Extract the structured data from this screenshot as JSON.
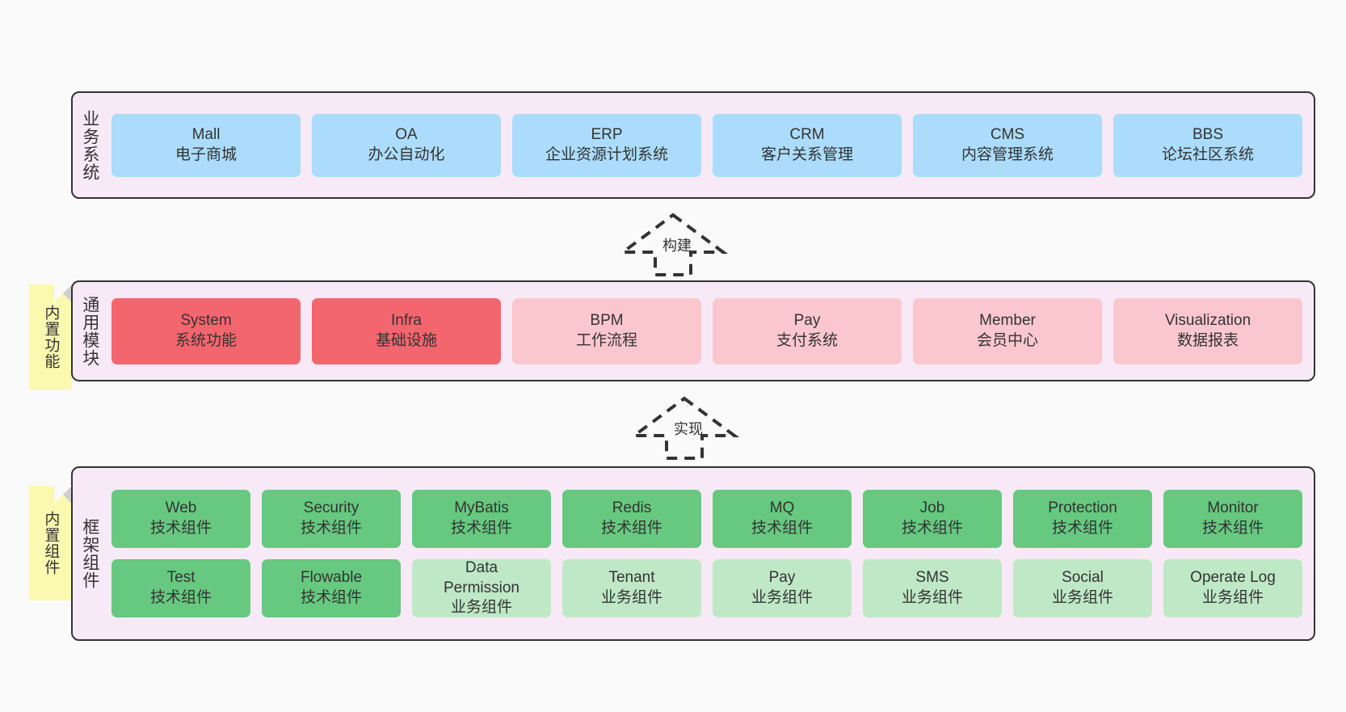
{
  "canvas": {
    "background": "#fafafa",
    "container_fill": "#f7eaf6",
    "border_color": "#333333"
  },
  "layers": [
    {
      "id": "business-system",
      "label": "业务系统",
      "box_color": "#abdcfb",
      "rows": [
        {
          "boxes": [
            {
              "l1": "Mall",
              "l2": "电子商城"
            },
            {
              "l1": "OA",
              "l2": "办公自动化"
            },
            {
              "l1": "ERP",
              "l2": "企业资源计划系统"
            },
            {
              "l1": "CRM",
              "l2": "客户关系管理"
            },
            {
              "l1": "CMS",
              "l2": "内容管理系统"
            },
            {
              "l1": "BBS",
              "l2": "论坛社区系统"
            }
          ]
        }
      ]
    },
    {
      "id": "common-module",
      "label": "通用模块",
      "note": "内置功能",
      "note_color": "#fbf8b0",
      "rows": [
        {
          "boxes": [
            {
              "l1": "System",
              "l2": "系统功能",
              "color": "#f4666e"
            },
            {
              "l1": "Infra",
              "l2": "基础设施",
              "color": "#f4666e"
            },
            {
              "l1": "BPM",
              "l2": "工作流程",
              "color": "#fbc7cf"
            },
            {
              "l1": "Pay",
              "l2": "支付系统",
              "color": "#fbc7cf"
            },
            {
              "l1": "Member",
              "l2": "会员中心",
              "color": "#fbc7cf"
            },
            {
              "l1": "Visualization",
              "l2": "数据报表",
              "color": "#fbc7cf"
            }
          ]
        }
      ]
    },
    {
      "id": "framework-component",
      "label": "框架组件",
      "note": "内置组件",
      "note_color": "#fbf8b0",
      "rows": [
        {
          "boxes": [
            {
              "l1": "Web",
              "l2": "技术组件",
              "color": "#66c97f"
            },
            {
              "l1": "Security",
              "l2": "技术组件",
              "color": "#66c97f"
            },
            {
              "l1": "MyBatis",
              "l2": "技术组件",
              "color": "#66c97f"
            },
            {
              "l1": "Redis",
              "l2": "技术组件",
              "color": "#66c97f"
            },
            {
              "l1": "MQ",
              "l2": "技术组件",
              "color": "#66c97f"
            },
            {
              "l1": "Job",
              "l2": "技术组件",
              "color": "#66c97f"
            },
            {
              "l1": "Protection",
              "l2": "技术组件",
              "color": "#66c97f"
            },
            {
              "l1": "Monitor",
              "l2": "技术组件",
              "color": "#66c97f"
            }
          ]
        },
        {
          "boxes": [
            {
              "l1": "Test",
              "l2": "技术组件",
              "color": "#66c97f"
            },
            {
              "l1": "Flowable",
              "l2": "技术组件",
              "color": "#66c97f"
            },
            {
              "l1": "Data",
              "l2": "Permission",
              "l3": "业务组件",
              "color": "#bfe8c6"
            },
            {
              "l1": "Tenant",
              "l2": "业务组件",
              "color": "#bfe8c6"
            },
            {
              "l1": "Pay",
              "l2": "业务组件",
              "color": "#bfe8c6"
            },
            {
              "l1": "SMS",
              "l2": "业务组件",
              "color": "#bfe8c6"
            },
            {
              "l1": "Social",
              "l2": "业务组件",
              "color": "#bfe8c6"
            },
            {
              "l1": "Operate Log",
              "l2": "业务组件",
              "color": "#bfe8c6"
            }
          ]
        }
      ]
    }
  ],
  "arrows": [
    {
      "id": "build-arrow",
      "label": "构建"
    },
    {
      "id": "implement-arrow",
      "label": "实现"
    }
  ]
}
